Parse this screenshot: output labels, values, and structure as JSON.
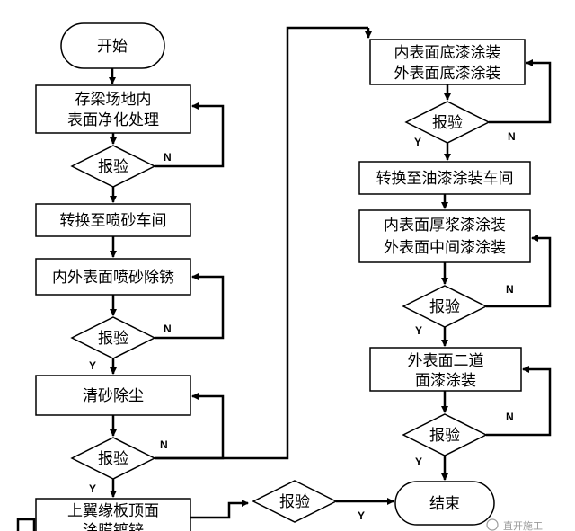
{
  "diagram": {
    "start": "开始",
    "end": "结束",
    "inspect": "报验",
    "yes": "Y",
    "no": "N",
    "left_column": [
      [
        "存梁场地内",
        "表面净化处理"
      ],
      [
        "转换至喷砂车间"
      ],
      [
        "内外表面喷砂除锈"
      ],
      [
        "清砂除尘"
      ],
      [
        "上翼缘板顶面",
        "涂膜镀锌"
      ]
    ],
    "right_column": [
      [
        "内表面底漆涂装",
        "外表面底漆涂装"
      ],
      [
        "转换至油漆涂装车间"
      ],
      [
        "内表面厚浆漆涂装",
        "外表面中间漆涂装"
      ],
      [
        "外表面二道",
        "面漆涂装"
      ]
    ],
    "watermark": "直开施工"
  }
}
